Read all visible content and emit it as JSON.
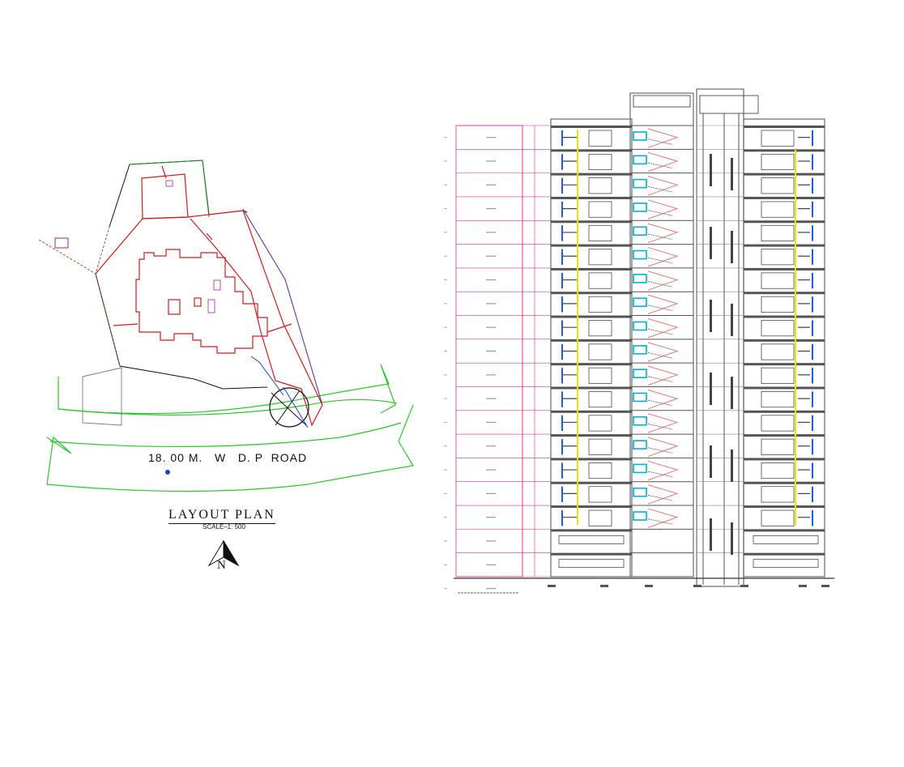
{
  "layout_plan": {
    "road_label": "18. 00 M.   W   D. P  ROAD",
    "title": "LAYOUT  PLAN",
    "scale": "SCALE–1: 500",
    "north_label": "N"
  },
  "section": {
    "floor_count": 19,
    "colors": {
      "outline": "#6b6b6b",
      "pink": "#cc3399",
      "yellow": "#e6e600",
      "cyan": "#00b0d8",
      "blue": "#1f5fd6",
      "stair": "#e07a7a"
    }
  },
  "plan_colors": {
    "boundary_red": "#d01c1c",
    "road_green": "#2fc42f",
    "north_edge": "#6a1b9a",
    "brown_edge": "#8b4a2b",
    "green_edge": "#1b8a1b",
    "purple_box": "#a020a0"
  }
}
